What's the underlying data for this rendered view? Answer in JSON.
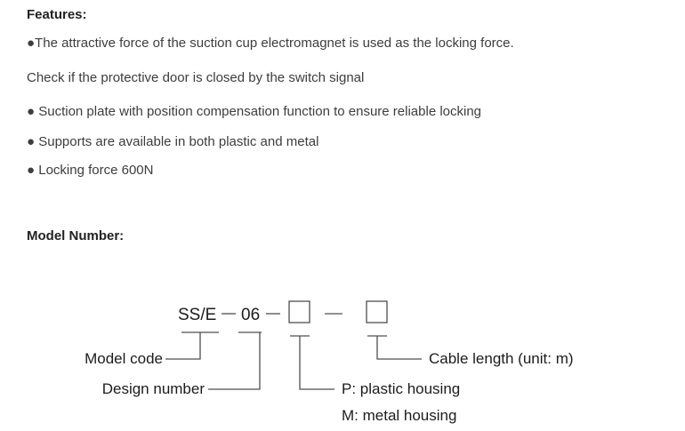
{
  "features": {
    "heading": "Features:",
    "lines": [
      "●The attractive force of the suction cup electromagnet is used as the locking force.",
      "Check if the protective door is closed by the switch signal",
      "● Suction plate with position compensation function to ensure reliable locking",
      "● Supports are available in both plastic and metal",
      "● Locking force 600N"
    ]
  },
  "model_number": {
    "heading": "Model Number:",
    "diagram": {
      "prefix": "SS/E",
      "design_number": "06",
      "model_code_label": "Model code",
      "design_number_label": "Design number",
      "plastic_label": "P: plastic housing",
      "metal_label": "M: metal housing",
      "cable_length_label": "Cable length (unit: m)"
    }
  }
}
